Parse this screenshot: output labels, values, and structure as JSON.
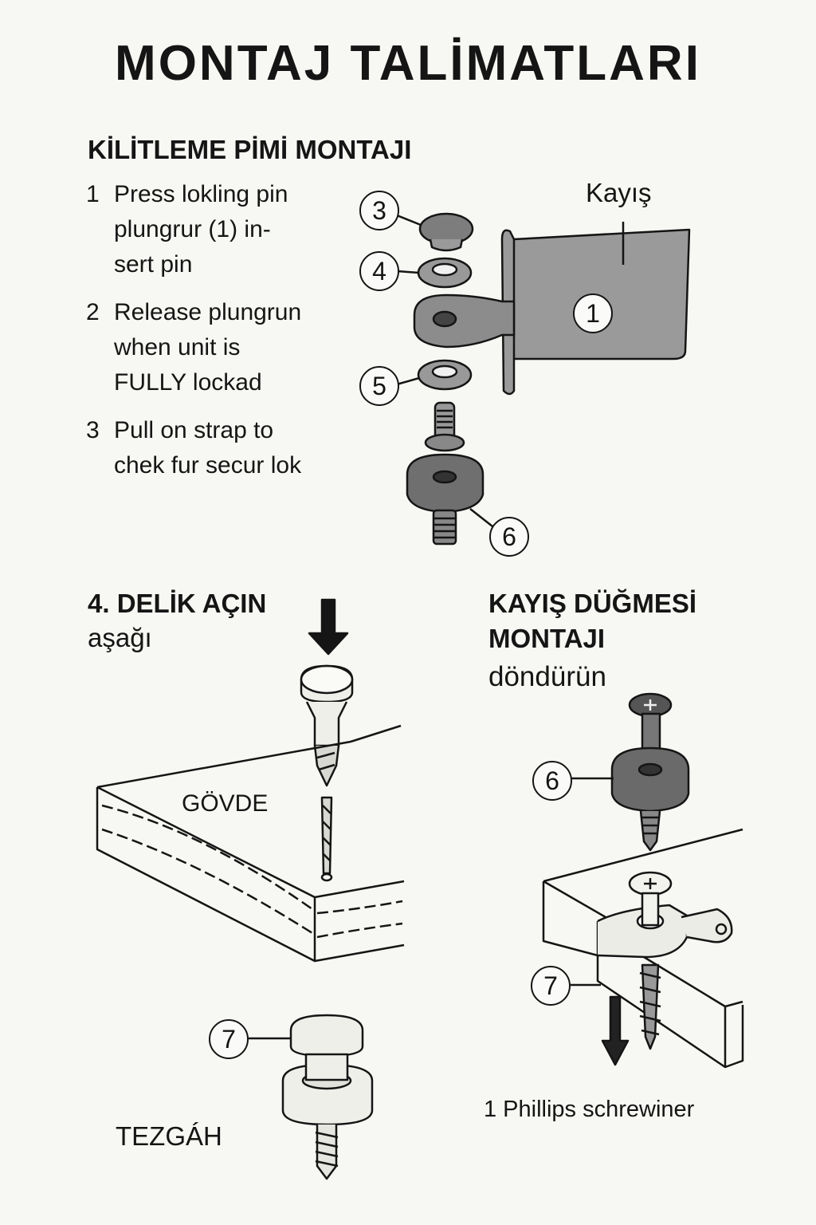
{
  "title": "MONTAJ TALİMATLARI",
  "locking_pin": {
    "heading": "KİLİTLEME PİMİ MONTAJI",
    "steps": [
      {
        "number": "1",
        "text": "Press lokling pin\nplungrur (1) in-\nsert pin"
      },
      {
        "number": "2",
        "text": "Release plungrun\nwhen unit is\nFULLY lockad"
      },
      {
        "number": "3",
        "text": "Pull on strap to\nchek fur secur lok"
      }
    ],
    "strap_label": "Kayış",
    "callouts": [
      "3",
      "4",
      "5",
      "6",
      "1"
    ]
  },
  "drill": {
    "heading": "4. DELİK AÇIN",
    "subheading": "aşağı",
    "body_label": "GÖVDE",
    "counter_label": "TEZGÁH",
    "callout": "7"
  },
  "strap_button": {
    "heading_line1": "KAYIŞ DÜĞMESİ",
    "heading_line2": "MONTAJI",
    "subheading": "döndürün",
    "callouts": [
      "6",
      "7"
    ],
    "tool_note": "1 Phillips schrewiner"
  }
}
